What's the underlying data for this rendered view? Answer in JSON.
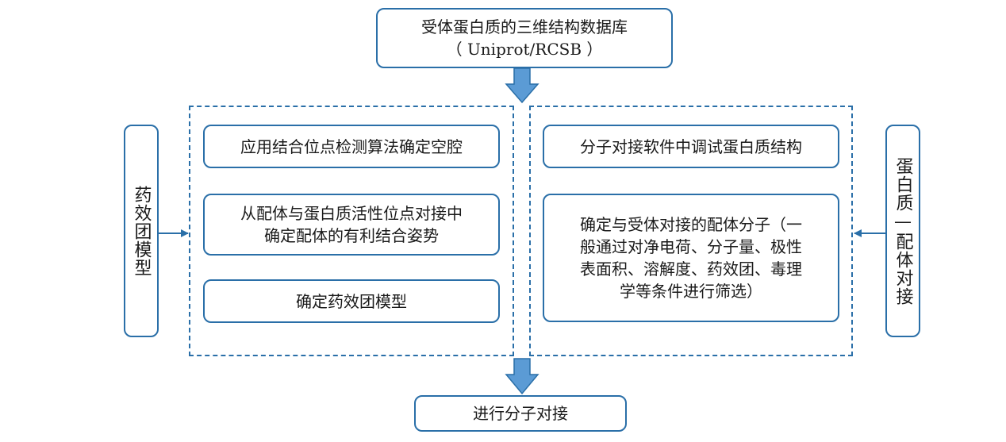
{
  "top_box": {
    "line1": "受体蛋白质的三维结构数据库",
    "line2": "（ Uniprot/RCSB ）"
  },
  "left_panel": {
    "step1": "应用结合位点检测算法确定空腔",
    "step2_line1": "从配体与蛋白质活性位点对接中",
    "step2_line2": "确定配体的有利结合姿势",
    "step3": "确定药效团模型"
  },
  "right_panel": {
    "step1": "分子对接软件中调试蛋白质结构",
    "step2_lines": [
      "确定与受体对接的配体分子（一",
      "般通过对净电荷、分子量、极性",
      "表面积、溶解度、药效团、毒理",
      "学等条件进行筛选）"
    ]
  },
  "side_left_label": "药效团模型",
  "side_right_label": "蛋白质—配体对接",
  "bottom_box": "进行分子对接",
  "colors": {
    "border": "#2a6fa8",
    "arrow_fill": "#5b9bd5",
    "arrow_stroke": "#2a6fa8"
  }
}
